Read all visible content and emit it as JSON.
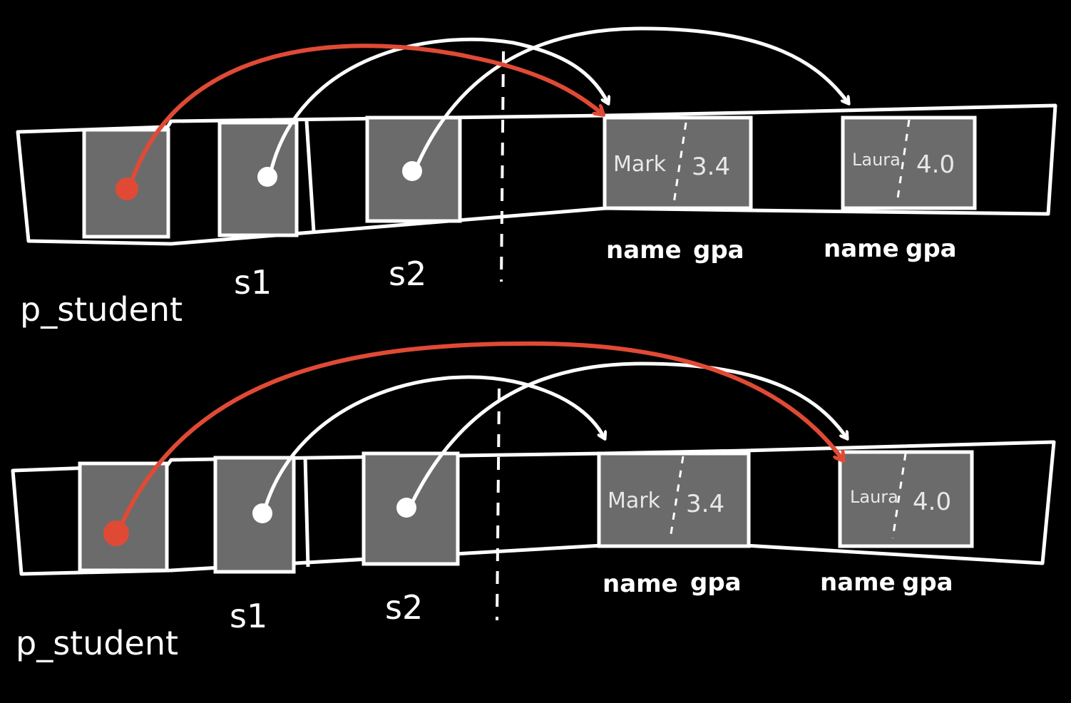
{
  "colors": {
    "background": "#000000",
    "stroke": "#ffffff",
    "cell_fill": "#6b6b6b",
    "pointer_highlight": "#e04a35"
  },
  "diagrams": [
    {
      "variable_labels": {
        "pointer": "p_student",
        "s1": "s1",
        "s2": "s2"
      },
      "records": [
        {
          "name": "Mark",
          "gpa": "3.4",
          "field_labels": {
            "name": "name",
            "gpa": "gpa"
          }
        },
        {
          "name": "Laura",
          "gpa": "4.0",
          "field_labels": {
            "name": "name",
            "gpa": "gpa"
          }
        }
      ],
      "pointer_target": "s1"
    },
    {
      "variable_labels": {
        "pointer": "p_student",
        "s1": "s1",
        "s2": "s2"
      },
      "records": [
        {
          "name": "Mark",
          "gpa": "3.4",
          "field_labels": {
            "name": "name",
            "gpa": "gpa"
          }
        },
        {
          "name": "Laura",
          "gpa": "4.0",
          "field_labels": {
            "name": "name",
            "gpa": "gpa"
          }
        }
      ],
      "pointer_target": "s2"
    }
  ]
}
